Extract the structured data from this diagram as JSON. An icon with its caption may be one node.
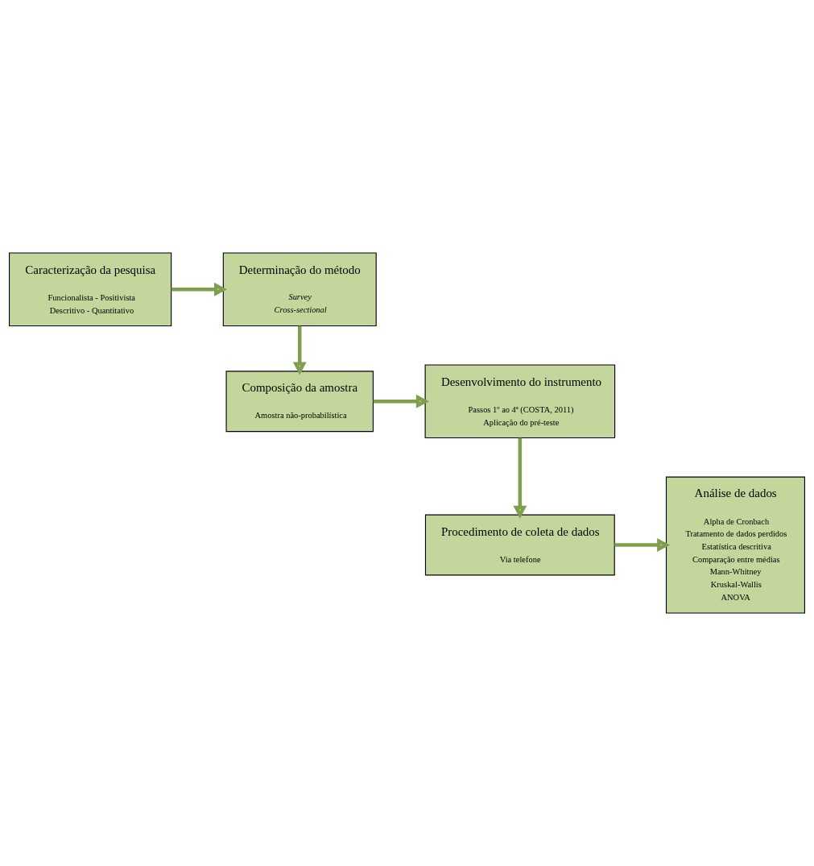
{
  "diagram": {
    "nodes": [
      {
        "text": [
          "Caracterização da pesquisa",
          "Funcionalista - Positivista",
          "Descritivo - Quantitativo"
        ]
      },
      {
        "text": [
          "Determinação do método",
          "Survey",
          "Cross-sectional"
        ]
      },
      {
        "text": [
          "Composição da amostra",
          "Amostra não-probabilística"
        ]
      },
      {
        "text": [
          "Desenvolvimento do instrumento",
          "Passos 1º ao 4ª (COSTA, 2011)",
          "Aplicação do pré-teste"
        ]
      },
      {
        "text": [
          "Procedimento de coleta de dados",
          "Via telefone"
        ]
      },
      {
        "text": [
          "Análise de dados",
          "Alpha de Cronbach",
          "Tratamento de dados perdidos",
          "Estatística descritiva",
          "Comparação entre médias",
          "Mann-Whitney",
          "Kruskal-Wallis",
          "ANOVA"
        ]
      }
    ],
    "edges": [
      {
        "from": 0,
        "to": 1,
        "arrow": "to"
      },
      {
        "from": 1,
        "to": 2,
        "arrow": "to"
      },
      {
        "from": 2,
        "to": 3,
        "arrow": "to"
      },
      {
        "from": 3,
        "to": 4,
        "arrow": "to"
      },
      {
        "from": 4,
        "to": 5,
        "arrow": "to"
      }
    ]
  }
}
